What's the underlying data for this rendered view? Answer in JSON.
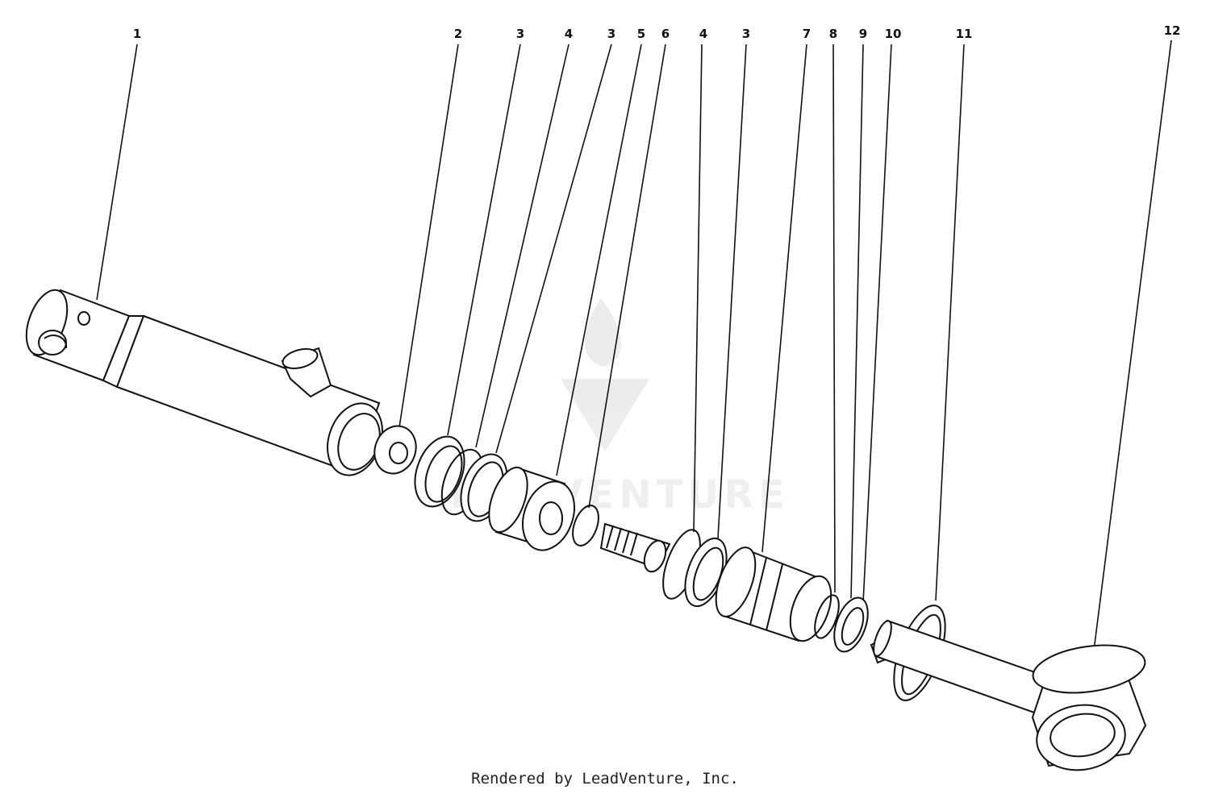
{
  "diagram": {
    "callouts": [
      {
        "label": "1"
      },
      {
        "label": "2"
      },
      {
        "label": "3"
      },
      {
        "label": "4"
      },
      {
        "label": "3"
      },
      {
        "label": "5"
      },
      {
        "label": "6"
      },
      {
        "label": "4"
      },
      {
        "label": "3"
      },
      {
        "label": "7"
      },
      {
        "label": "8"
      },
      {
        "label": "9"
      },
      {
        "label": "10"
      },
      {
        "label": "11"
      },
      {
        "label": "12"
      }
    ],
    "watermark": {
      "text": "LEADVENTURE",
      "icon": "leadventure-flame-logo"
    }
  },
  "footer": {
    "text": "Rendered by LeadVenture, Inc."
  }
}
